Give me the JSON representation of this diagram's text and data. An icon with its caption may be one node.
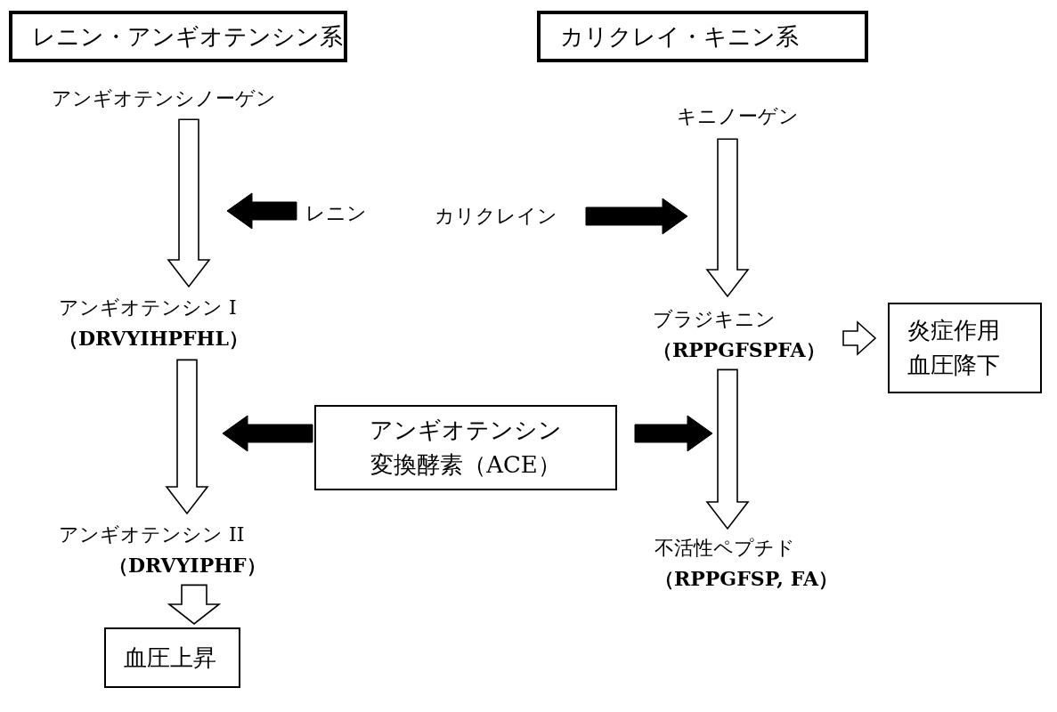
{
  "diagram": {
    "nodes": [
      {
        "text": [
          "レニン・アンギオテンシン系"
        ]
      },
      {
        "text": [
          "カリクレイ・キニン系"
        ]
      },
      {
        "text": [
          "アンギオテンシノーゲン"
        ]
      },
      {
        "text": [
          "キニノーゲン"
        ]
      },
      {
        "text": [
          "レニン"
        ]
      },
      {
        "text": [
          "カリクレイン"
        ]
      },
      {
        "text": [
          "アンギオテンシン I",
          "（DRVYIHPFHL）"
        ]
      },
      {
        "text": [
          "ブラジキニン",
          "（RPPGFSPFA）"
        ]
      },
      {
        "text": [
          "炎症作用血圧降下"
        ]
      },
      {
        "text": [
          "アンギオテンシン変換酵素（ACE）"
        ]
      },
      {
        "text": [
          "アンギオテンシン II",
          "（DRVYIPHF）"
        ]
      },
      {
        "text": [
          "不活性ペプチド",
          "（RPPGFSP, FA）"
        ]
      },
      {
        "text": [
          "血圧上昇"
        ]
      }
    ],
    "edges": [
      {
        "from": 2,
        "to": 6,
        "arrow": "to"
      },
      {
        "from": 4,
        "to": null,
        "arrow": "to",
        "style": "thick"
      },
      {
        "from": 5,
        "to": null,
        "arrow": "to",
        "style": "thick"
      },
      {
        "from": 3,
        "to": 7,
        "arrow": "to"
      },
      {
        "from": 7,
        "to": 8,
        "arrow": "to"
      },
      {
        "from": 6,
        "to": 10,
        "arrow": "to"
      },
      {
        "from": 9,
        "to": null,
        "arrow": "to",
        "style": "thick"
      },
      {
        "from": 9,
        "to": null,
        "arrow": "to",
        "style": "thick"
      },
      {
        "from": 7,
        "to": 11,
        "arrow": "to"
      },
      {
        "from": 10,
        "to": 12,
        "arrow": "to"
      }
    ]
  }
}
